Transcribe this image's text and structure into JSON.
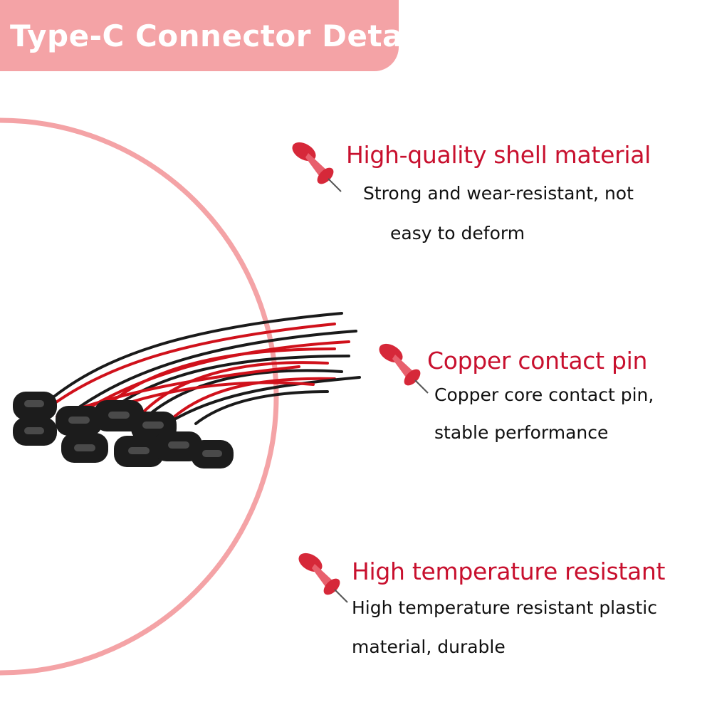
{
  "banner": {
    "title": "Type-C Connector Detail",
    "color": "#f4a3a6"
  },
  "accent_color": "#c8102e",
  "circle_color": "#f4a3a6",
  "features": [
    {
      "icon": "pushpin-icon",
      "title": "High-quality shell material",
      "desc_line1": "Strong and wear-resistant, not",
      "desc_line2": "easy to deform"
    },
    {
      "icon": "pushpin-icon",
      "title": "Copper contact pin",
      "desc_line1": "Copper core contact pin,",
      "desc_line2": "stable performance"
    },
    {
      "icon": "pushpin-icon",
      "title": "High temperature resistant",
      "desc_line1": "High temperature resistant plastic",
      "desc_line2": "material, durable"
    }
  ]
}
